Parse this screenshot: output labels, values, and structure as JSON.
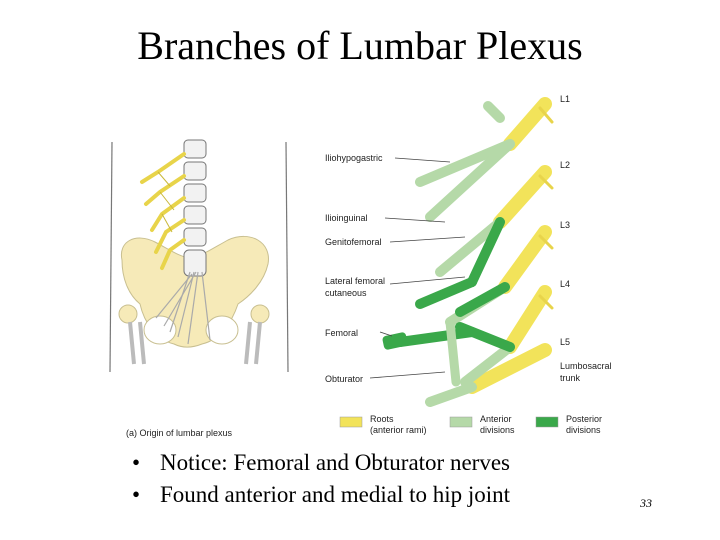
{
  "slide": {
    "title": "Branches of Lumbar Plexus",
    "number": "33"
  },
  "figure": {
    "caption": "(a) Origin of lumbar plexus",
    "levels": [
      "L1",
      "L2",
      "L3",
      "L4",
      "L5"
    ],
    "nerves": {
      "iliohypogastric": "Iliohypogastric",
      "ilioinguinal": "Ilioinguinal",
      "genitofemoral": "Genitofemoral",
      "lateral_femoral_1": "Lateral femoral",
      "lateral_femoral_2": "cutaneous",
      "femoral": "Femoral",
      "obturator": "Obturator",
      "lumbosacral_1": "Lumbosacral",
      "lumbosacral_2": "trunk"
    },
    "legend": {
      "roots_1": "Roots",
      "roots_2": "(anterior rami)",
      "anterior_1": "Anterior",
      "anterior_2": "divisions",
      "posterior_1": "Posterior",
      "posterior_2": "divisions"
    },
    "colors": {
      "roots": "#f2e35a",
      "anterior": "#b5d9a8",
      "posterior": "#3aa84a",
      "bone": "#f6eab8"
    }
  },
  "bullets": [
    "Notice: Femoral and Obturator nerves",
    "Found anterior and medial to hip joint"
  ],
  "bullet_glyph": "•"
}
